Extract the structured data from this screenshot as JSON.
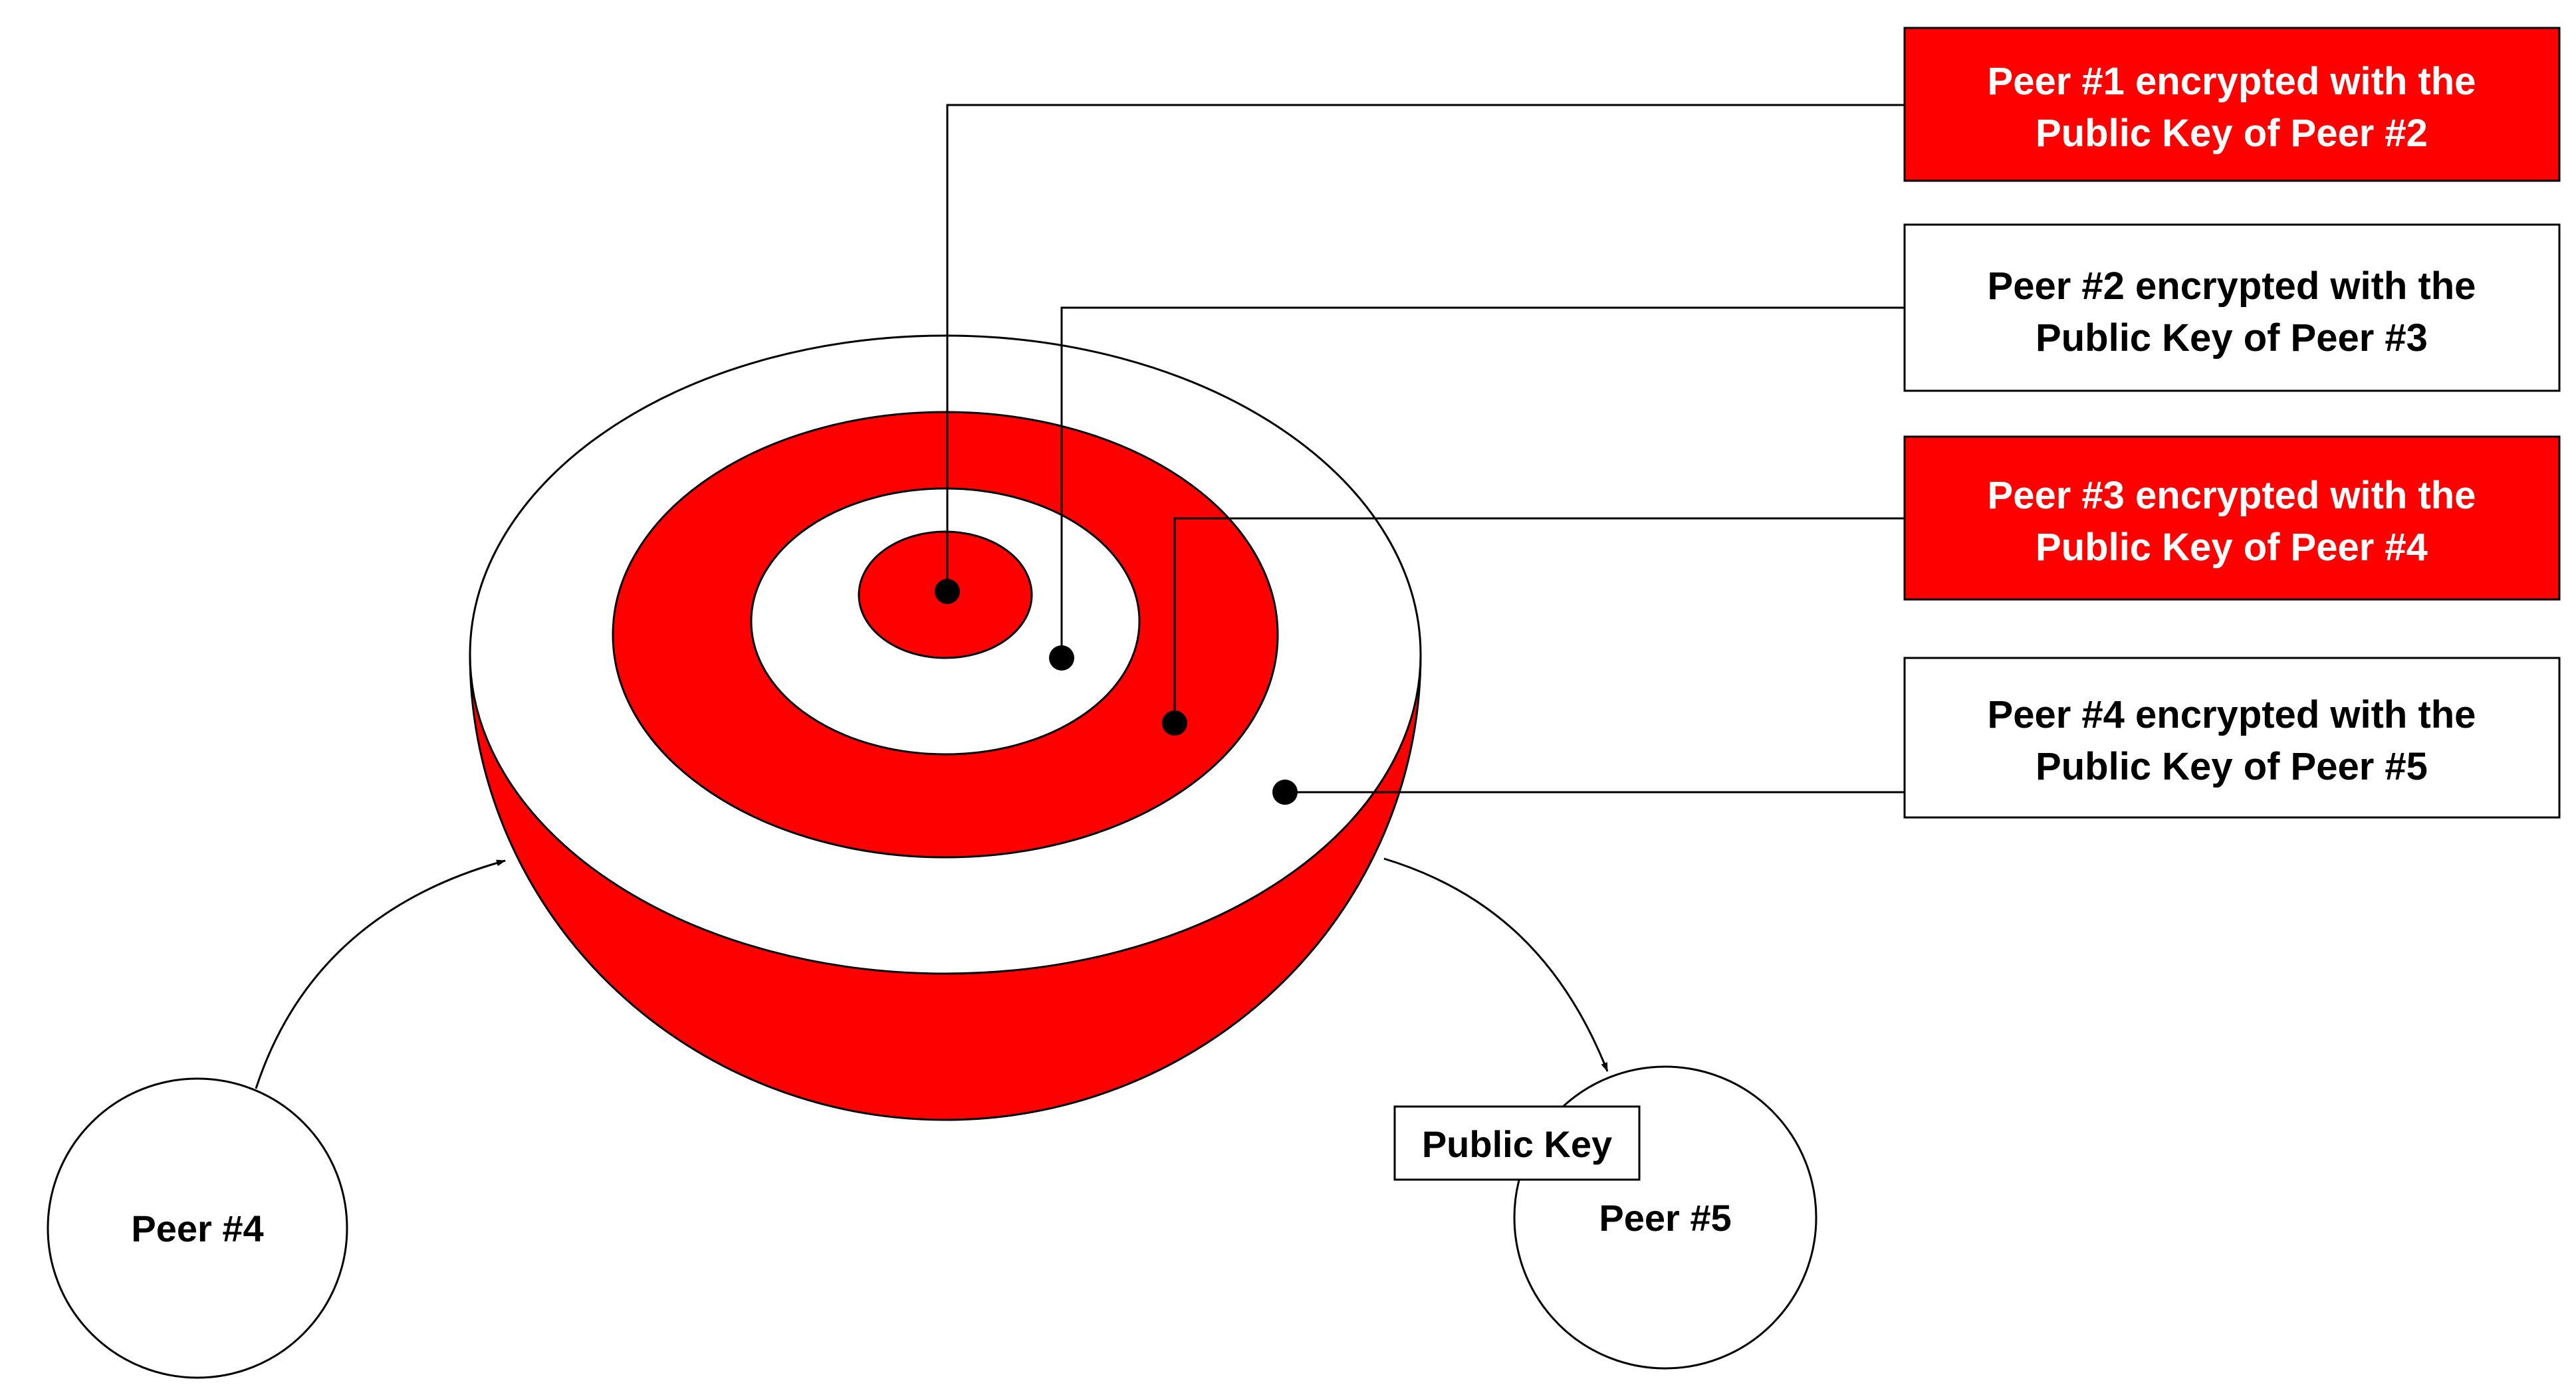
{
  "colors": {
    "accent": "#ff0000",
    "background": "#ffffff",
    "stroke": "#000000"
  },
  "layers": [
    {
      "line1": "Peer #1 encrypted with the",
      "line2": "Public Key of Peer #2",
      "highlighted": true
    },
    {
      "line1": "Peer #2 encrypted with the",
      "line2": "Public Key of Peer #3",
      "highlighted": false
    },
    {
      "line1": "Peer #3 encrypted with the",
      "line2": "Public Key of Peer #4",
      "highlighted": true
    },
    {
      "line1": "Peer #4 encrypted with the",
      "line2": "Public Key of Peer #5",
      "highlighted": false
    }
  ],
  "sender": {
    "label": "Peer #4"
  },
  "receiver": {
    "label": "Peer #5",
    "key_label": "Public Key"
  }
}
